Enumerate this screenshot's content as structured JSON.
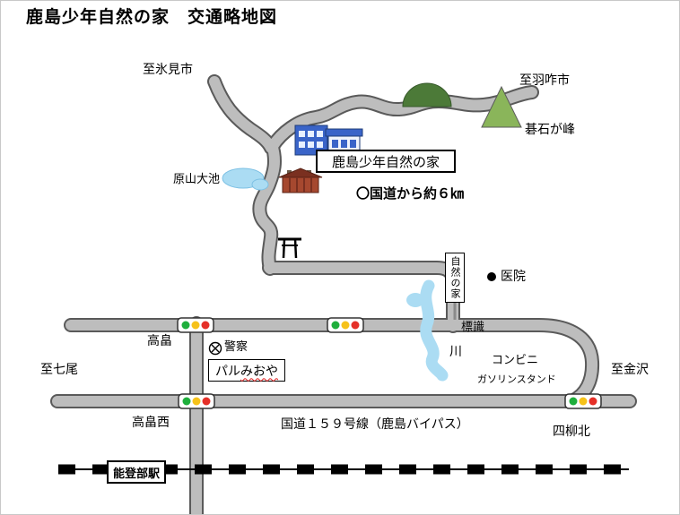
{
  "title": "鹿島少年自然の家　交通略地図",
  "directions": {
    "himi": "至氷見市",
    "hakui": "至羽咋市",
    "nanao": "至七尾",
    "kanazawa": "至金沢"
  },
  "intersections": {
    "takabatake": "高畠",
    "takabatake_nishi": "高畠西",
    "yotsuyanagi_kita": "四柳北"
  },
  "landmarks": {
    "nature_house": "鹿島少年自然の家",
    "distance_note": "〇国道から約６㎞",
    "pond": "原山大池",
    "mountain": "碁石が峰",
    "clinic": "医院",
    "police": "警察",
    "store_name_1": "パル",
    "store_name_2": "みおや",
    "sign_text": "自然の家",
    "sign_caption": "標識",
    "river": "川",
    "convenience": "コンビニ",
    "gas_station": "ガソリンスタンド",
    "station": "能登部駅",
    "route": "国道１５９号線（鹿島バイパス）"
  },
  "icons": {
    "police": "circle-with-x",
    "clinic": "filled-black-dot",
    "shrine": "torii-gate",
    "traffic_light": "green-yellow-red-signal",
    "railway": "black-dashed-track"
  },
  "colors": {
    "road_fill": "#bdbdbd",
    "road_casing": "#5a5a5a",
    "water": "#abdcf3",
    "mountain_dome": "#4c7a38",
    "mountain_peak": "#8ab55a",
    "building_blue": "#3a64c8",
    "building_brown": "#a6482f",
    "signal_green": "#1faf3c",
    "signal_yellow": "#f6c21a",
    "signal_red": "#e53028",
    "store_underline": "#e02020",
    "railway": "#000000"
  }
}
